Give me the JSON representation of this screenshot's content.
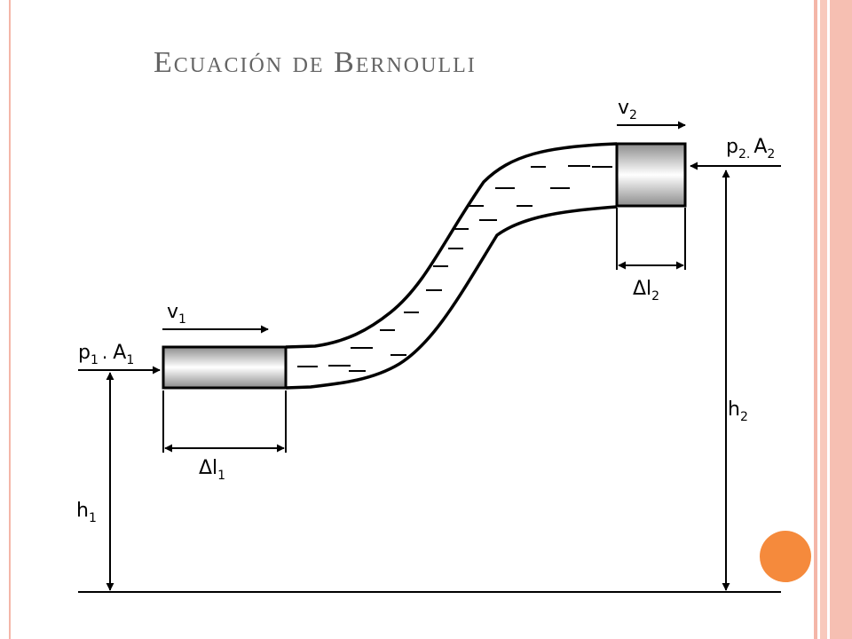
{
  "title": "Ecuación de Bernoulli",
  "labels": {
    "v1": "v",
    "v1_sub": "1",
    "v2": "v",
    "v2_sub": "2",
    "p1": "p",
    "p1_sub": "1",
    "p1_sep": ".",
    "a1": "A",
    "a1_sub": "1",
    "p2": "p",
    "p2_sub": "2.",
    "a2": "A",
    "a2_sub": "2",
    "dl1": "Δl",
    "dl1_sub": "1",
    "dl2": "Δl",
    "dl2_sub": "2",
    "h1": "h",
    "h1_sub": "1",
    "h2": "h",
    "h2_sub": "2"
  },
  "colors": {
    "accent_dot": "#f58a3c",
    "border": "#f4b6a8",
    "title": "#646464"
  }
}
